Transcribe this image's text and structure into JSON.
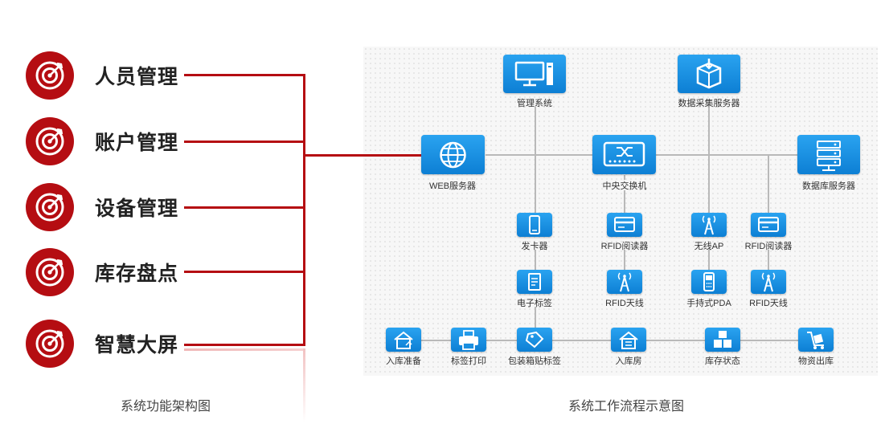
{
  "left_panel": {
    "modules": [
      {
        "label": "人员管理"
      },
      {
        "label": "账户管理"
      },
      {
        "label": "设备管理"
      },
      {
        "label": "库存盘点"
      },
      {
        "label": "智慧大屏"
      }
    ],
    "caption": "系统功能架构图",
    "accent_color": "#b50d12"
  },
  "right_panel": {
    "caption": "系统工作流程示意图",
    "nodes": {
      "mgmt": "管理系统",
      "collect": "数据采集服务器",
      "web": "WEB服务器",
      "switch": "中央交换机",
      "db": "数据库服务器",
      "card_issuer": "发卡器",
      "rfid_reader_1": "RFID阅读器",
      "ap": "无线AP",
      "rfid_reader_2": "RFID阅读器",
      "e_tag": "电子标签",
      "rfid_antenna_1": "RFID天线",
      "pda": "手持式PDA",
      "rfid_antenna_2": "RFID天线",
      "inbound_prep": "入库准备",
      "label_print": "标签打印",
      "pack_label": "包装箱贴标签",
      "inbound_room": "入库房",
      "stock_status": "库存状态",
      "outbound": "物资出库"
    },
    "icon_color": "#1a8fe0",
    "line_color": "#b9b9b9"
  }
}
